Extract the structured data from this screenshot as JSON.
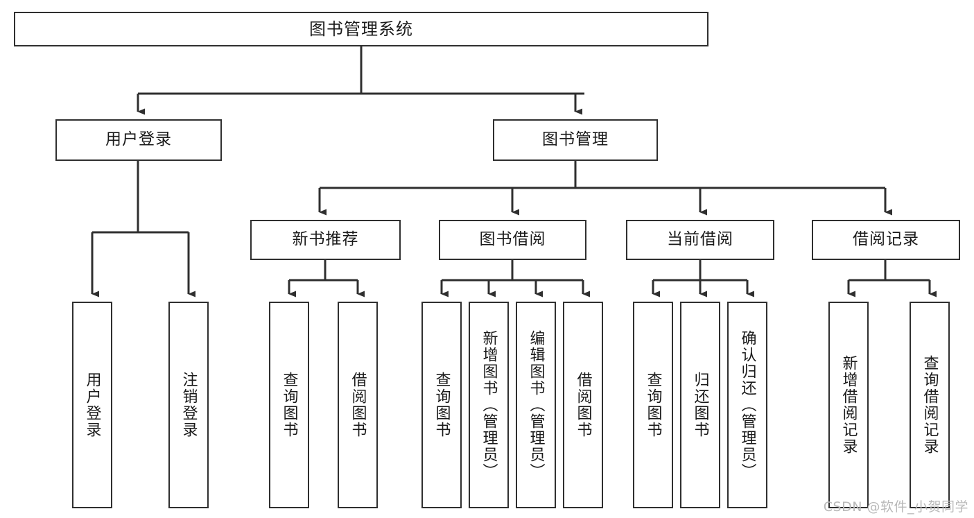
{
  "diagram": {
    "type": "hierarchy-tree",
    "title": "图书管理系统",
    "watermark": "CSDN @软件_小贺同学",
    "colors": {
      "box_border": "#2f2f2f",
      "box_fill": "#ffffff",
      "connector": "#2f2f2f",
      "text": "#1a1a1a",
      "watermark": "#b9b9b9",
      "background": "#ffffff"
    },
    "root": {
      "label": "图书管理系统"
    },
    "level2": [
      {
        "label": "用户登录"
      },
      {
        "label": "图书管理"
      }
    ],
    "level3": [
      {
        "label": "新书推荐"
      },
      {
        "label": "图书借阅"
      },
      {
        "label": "当前借阅"
      },
      {
        "label": "借阅记录"
      }
    ],
    "leaves": {
      "user_login": [
        {
          "label": "用户登录"
        },
        {
          "label": "注销登录"
        }
      ],
      "new_book": [
        {
          "label": "查询图书"
        },
        {
          "label": "借阅图书"
        }
      ],
      "book_borrow": [
        {
          "label": "查询图书"
        },
        {
          "label": "新增图书（管理员）"
        },
        {
          "label": "编辑图书（管理员）"
        },
        {
          "label": "借阅图书"
        }
      ],
      "current_borrow": [
        {
          "label": "查询图书"
        },
        {
          "label": "归还图书"
        },
        {
          "label": "确认归还（管理员）"
        }
      ],
      "borrow_record": [
        {
          "label": "新增借阅记录"
        },
        {
          "label": "查询借阅记录"
        }
      ]
    }
  }
}
